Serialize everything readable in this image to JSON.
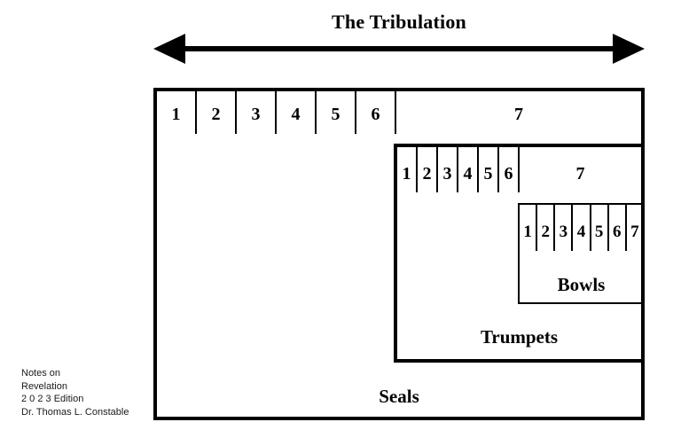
{
  "title": "The Tribulation",
  "seals": {
    "label": "Seals",
    "numbers": [
      "1",
      "2",
      "3",
      "4",
      "5",
      "6",
      "7"
    ]
  },
  "trumpets": {
    "label": "Trumpets",
    "numbers": [
      "1",
      "2",
      "3",
      "4",
      "5",
      "6",
      "7"
    ]
  },
  "bowls": {
    "label": "Bowls",
    "numbers": [
      "1",
      "2",
      "3",
      "4",
      "5",
      "6",
      "7"
    ]
  },
  "attribution": {
    "lines": [
      "Notes on",
      "Revelation",
      "2 0 2 3 Edition",
      "Dr. Thomas L. Constable"
    ]
  },
  "colors": {
    "background": "#ffffff",
    "line": "#000000",
    "text": "#000000",
    "attribution_text": "#1a1a1a"
  }
}
